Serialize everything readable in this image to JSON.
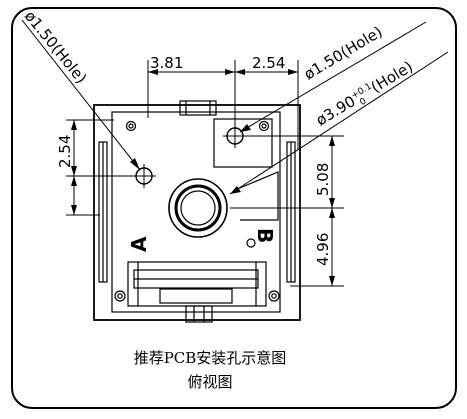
{
  "dimensions": {
    "top_left_spacing": "3.81",
    "top_right_spacing": "2.54",
    "left_vertical_spacing": "2.54",
    "right_upper_spacing": "5.08",
    "right_lower_spacing": "4.96"
  },
  "callouts": {
    "hole_left": "ø1.50(Hole)",
    "hole_right": "ø1.50(Hole)",
    "center_hole": "ø3.90+0.1/-0(Hole)",
    "center_hole_main": "ø3.90",
    "center_hole_tol_upper": "+0.1",
    "center_hole_tol_lower": "0",
    "center_hole_suffix": "(Hole)"
  },
  "pin_labels": {
    "left": "A",
    "right": "B"
  },
  "caption": {
    "line1": "推荐PCB安装孔示意图",
    "line2": "俯视图"
  }
}
